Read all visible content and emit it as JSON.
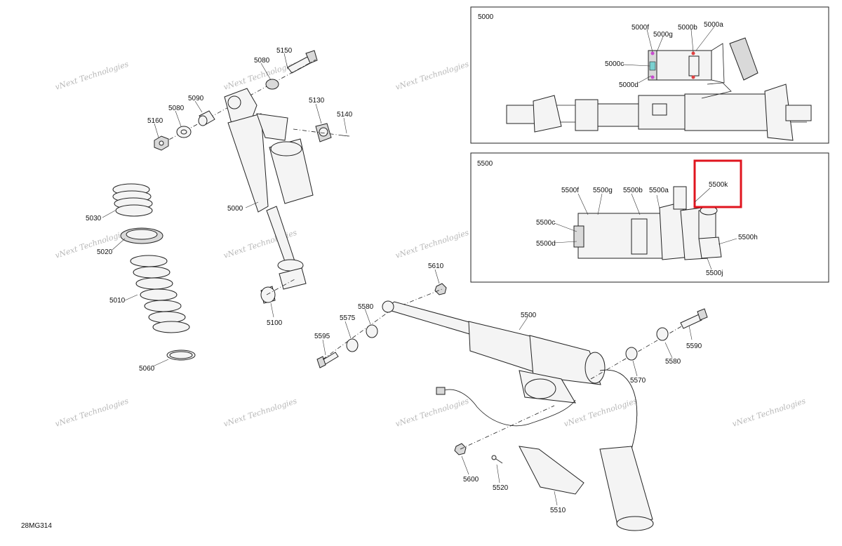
{
  "diagram_code": "28MG314",
  "watermark": {
    "line1": "vNext Technologies",
    "line2": "Technologies"
  },
  "inset_top": {
    "title": "5000",
    "labels": [
      "5000f",
      "5000g",
      "5000b",
      "5000a",
      "5000c",
      "5000d"
    ]
  },
  "inset_bottom": {
    "title": "5500",
    "labels": [
      "5500f",
      "5500g",
      "5500b",
      "5500a",
      "5500k",
      "5500c",
      "5500d",
      "5500h",
      "5500j"
    ],
    "highlighted": "5500k",
    "highlight_color": "#e0141e"
  },
  "parts": {
    "p5150": "5150",
    "p5080a": "5080",
    "p5090": "5090",
    "p5080b": "5080",
    "p5160": "5160",
    "p5130": "5130",
    "p5140": "5140",
    "p5000": "5000",
    "p5030": "5030",
    "p5020": "5020",
    "p5010": "5010",
    "p5060": "5060",
    "p5100": "5100",
    "p5610": "5610",
    "p5580a": "5580",
    "p5575": "5575",
    "p5595": "5595",
    "p5500": "5500",
    "p5590": "5590",
    "p5580b": "5580",
    "p5570": "5570",
    "p5600": "5600",
    "p5520": "5520",
    "p5510": "5510"
  },
  "colors": {
    "line": "#222222",
    "highlight": "#e0141e",
    "watermark": "#b8b8b8"
  }
}
